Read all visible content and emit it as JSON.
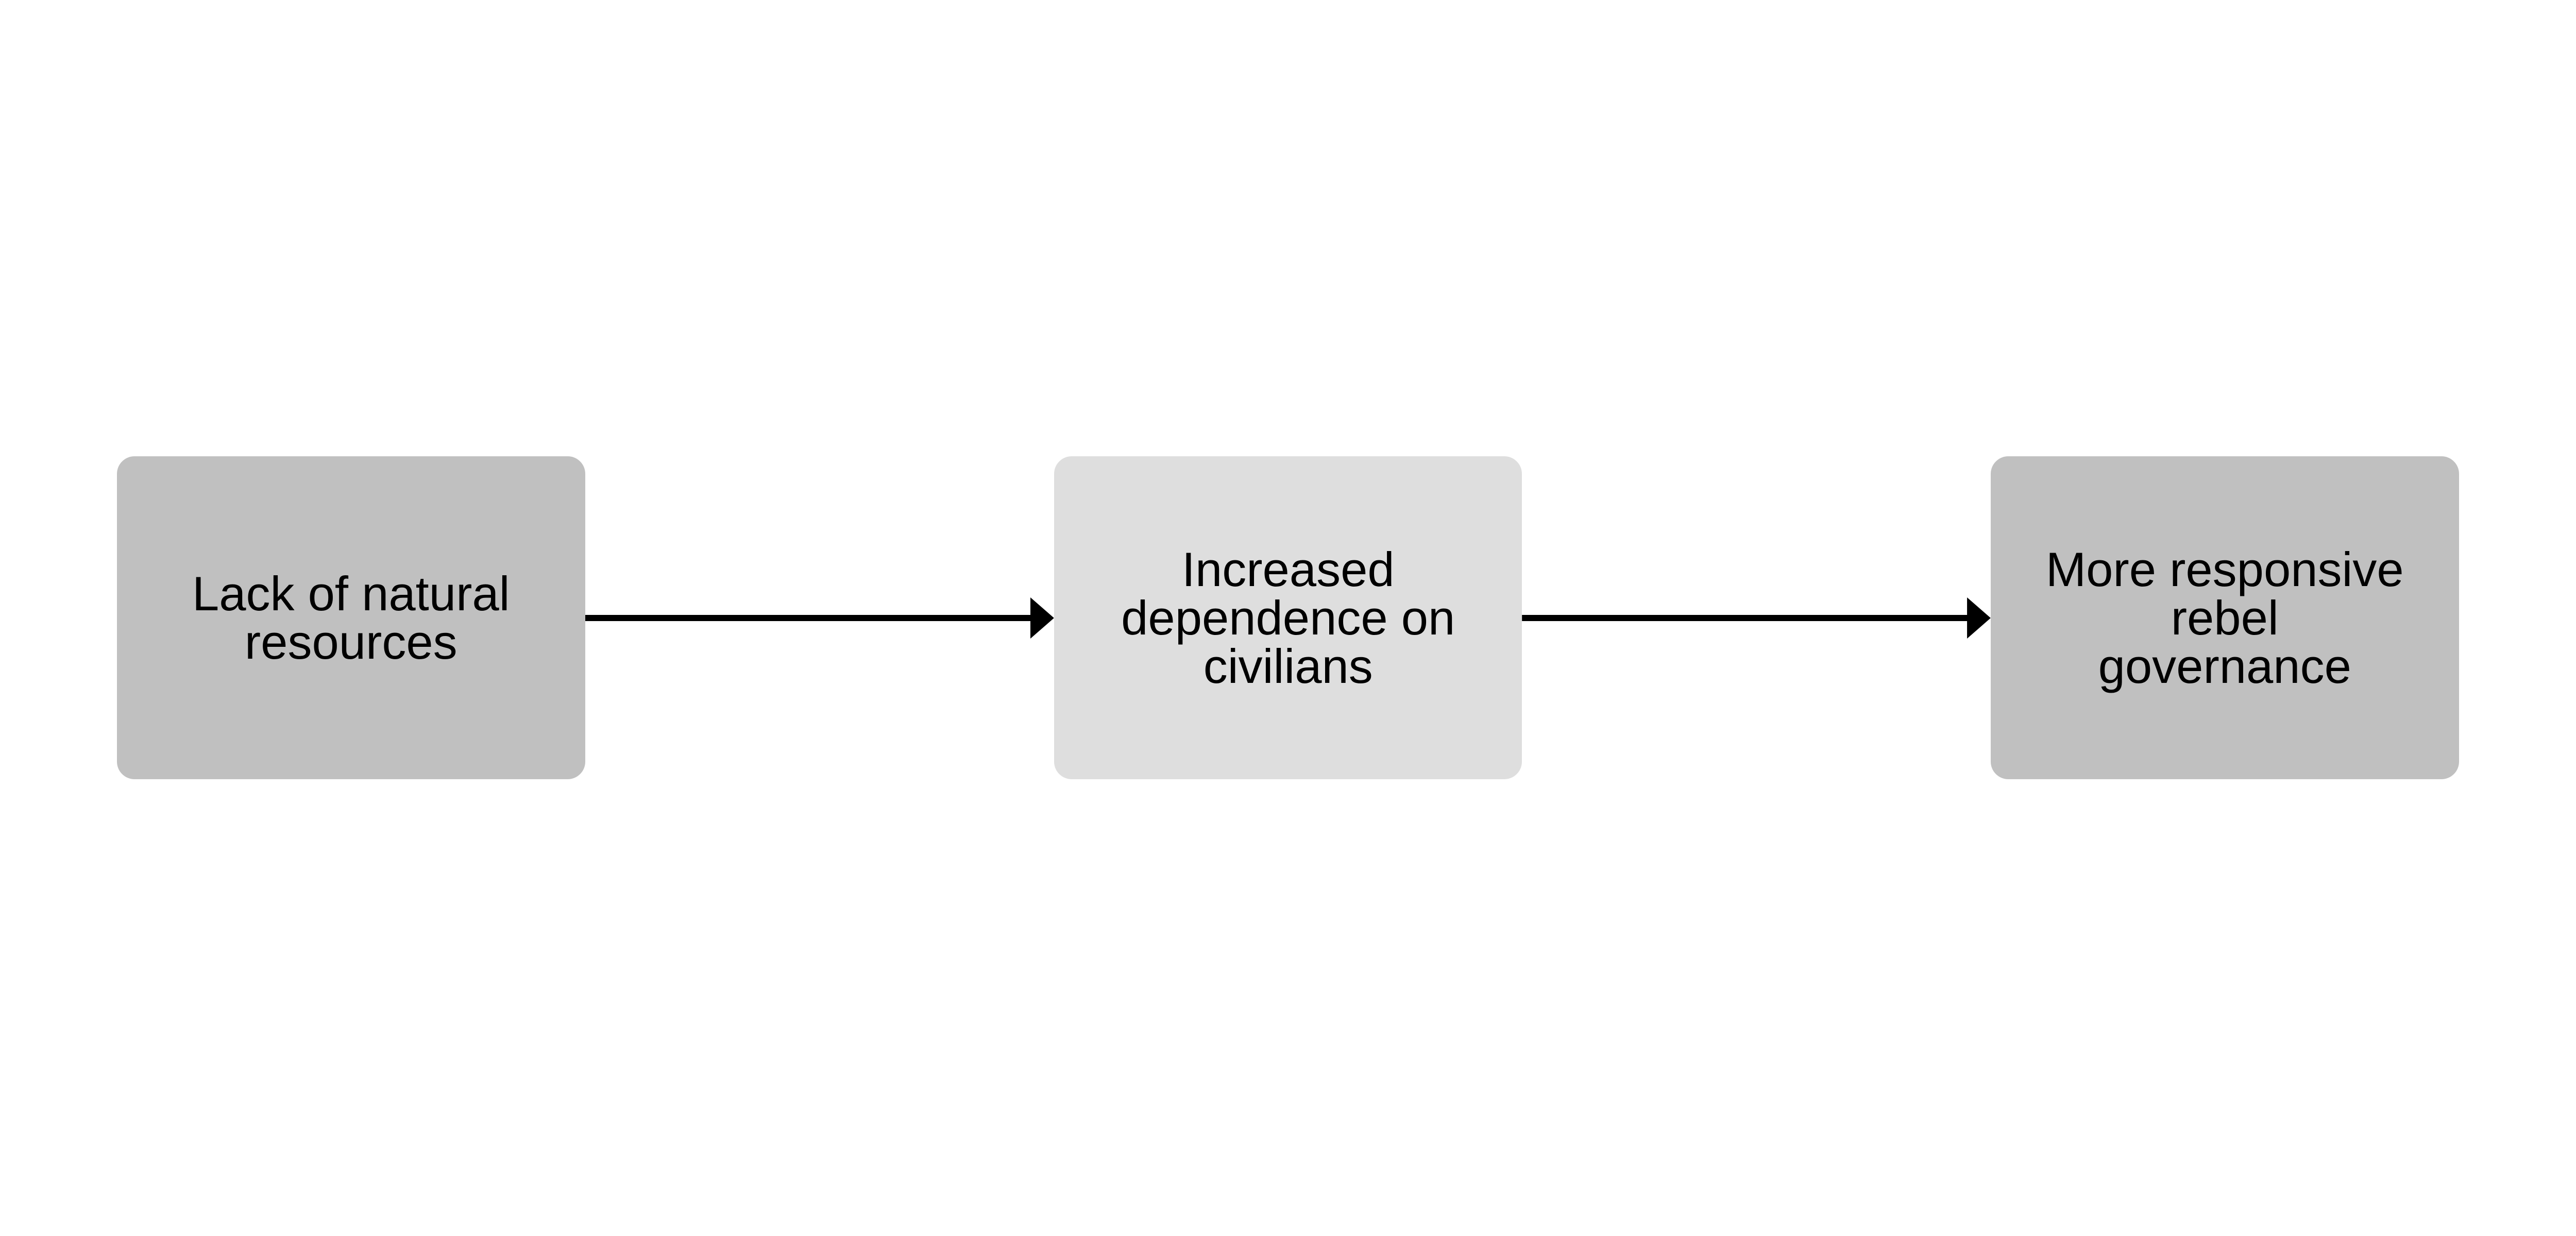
{
  "diagram": {
    "nodes": [
      {
        "label": "Lack of natural\nresources",
        "color": "#c0c0c0"
      },
      {
        "label": "Increased\ndependence on\ncivilians",
        "color": "#dedede"
      },
      {
        "label": "More responsive\nrebel\ngovernance",
        "color": "#c0c0c0"
      }
    ],
    "edges": [
      {
        "from": "Lack of natural resources",
        "to": "Increased dependence on civilians"
      },
      {
        "from": "Increased dependence on civilians",
        "to": "More responsive rebel governance"
      }
    ],
    "arrow_color": "#000000"
  }
}
